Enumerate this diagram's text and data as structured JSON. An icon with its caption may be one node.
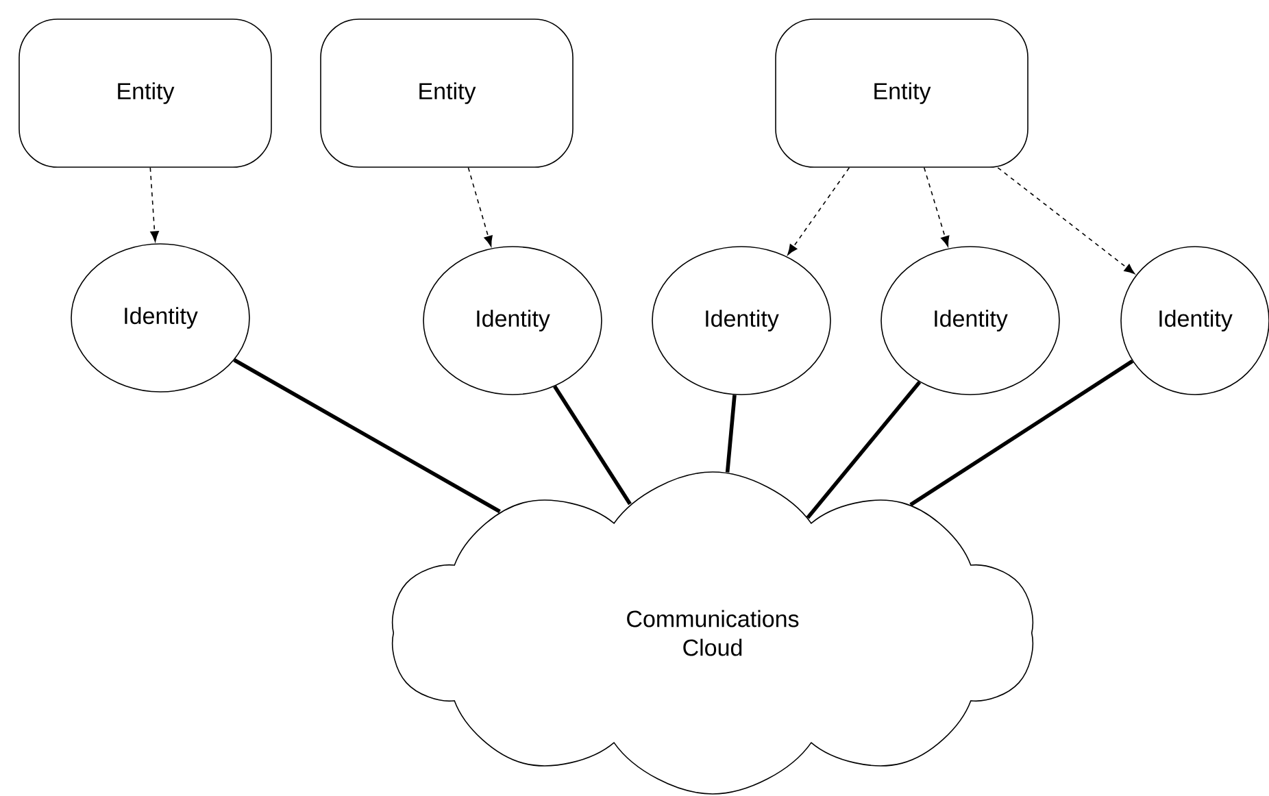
{
  "diagram": {
    "nodes": [
      {
        "text": [
          "Entity"
        ]
      },
      {
        "text": [
          "Entity"
        ]
      },
      {
        "text": [
          "Entity"
        ]
      },
      {
        "text": [
          "Identity"
        ]
      },
      {
        "text": [
          "Identity"
        ]
      },
      {
        "text": [
          "Identity"
        ]
      },
      {
        "text": [
          "Identity"
        ]
      },
      {
        "text": [
          "Identity"
        ]
      },
      {
        "text": [
          "Communications Cloud"
        ]
      }
    ],
    "edges": [
      {
        "from": 0,
        "to": 3,
        "arrow": "to",
        "style": "dashed"
      },
      {
        "from": 1,
        "to": 4,
        "arrow": "to",
        "style": "dashed"
      },
      {
        "from": 2,
        "to": 5,
        "arrow": "to",
        "style": "dashed"
      },
      {
        "from": 2,
        "to": 6,
        "arrow": "to",
        "style": "dashed"
      },
      {
        "from": 2,
        "to": 7,
        "arrow": "to",
        "style": "dashed"
      },
      {
        "from": 3,
        "to": 8,
        "arrow": "none",
        "style": "thick"
      },
      {
        "from": 4,
        "to": 8,
        "arrow": "none",
        "style": "thick"
      },
      {
        "from": 5,
        "to": 8,
        "arrow": "none",
        "style": "thick"
      },
      {
        "from": 6,
        "to": 8,
        "arrow": "none",
        "style": "thick"
      },
      {
        "from": 7,
        "to": 8,
        "arrow": "none",
        "style": "thick"
      }
    ]
  }
}
